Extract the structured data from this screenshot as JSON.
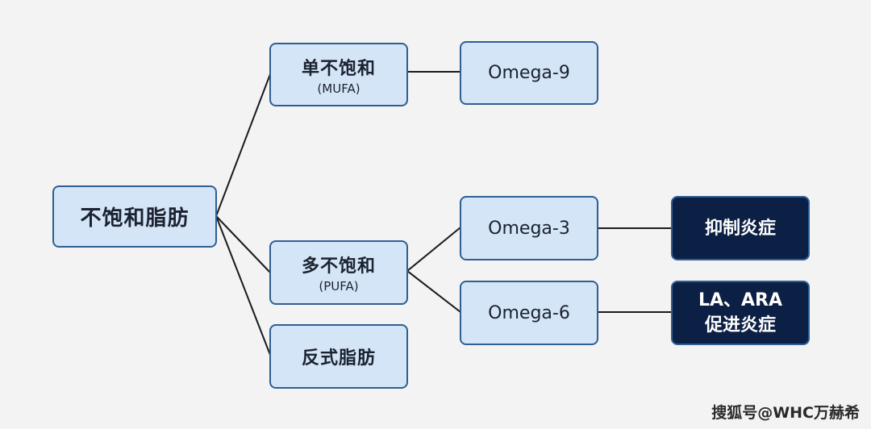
{
  "nodes": {
    "root": {
      "title": "不饱和脂肪"
    },
    "mufa": {
      "title": "单不饱和",
      "sub": "(MUFA)"
    },
    "pufa": {
      "title": "多不饱和",
      "sub": "(PUFA)"
    },
    "trans": {
      "title": "反式脂肪"
    },
    "omega9": {
      "title": "Omega-9"
    },
    "omega3": {
      "title": "Omega-3"
    },
    "omega6": {
      "title": "Omega-6"
    },
    "anti": {
      "title": "抑制炎症"
    },
    "pro": {
      "line1": "LA、ARA",
      "line2": "促进炎症"
    }
  },
  "watermark": "搜狐号@WHC万赫希",
  "colors": {
    "node_fill": "#d4e5f8",
    "node_border": "#2e5f93",
    "dark_fill": "#0c1f44",
    "line": "#1a1a1a"
  }
}
